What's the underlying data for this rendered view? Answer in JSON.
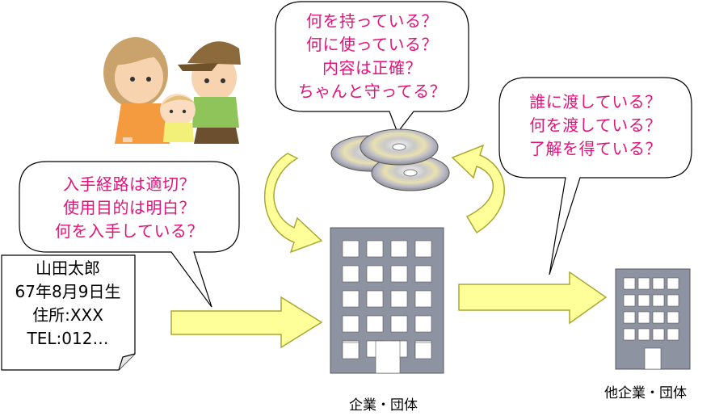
{
  "bubbles": {
    "data_handling": [
      "何を持っている？",
      "何に使っている？",
      "内容は正確？",
      "ちゃんと守ってる？"
    ],
    "transfer": [
      "誰に渡している？",
      "何を渡している？",
      "了解を得ている？"
    ],
    "collection": [
      "入手経路は適切？",
      "使用目的は明白？",
      "何を入手している？"
    ]
  },
  "personal_card": [
    "山田太郎",
    "67年8月9日生",
    "住所:XXX",
    "TEL:012…"
  ],
  "labels": {
    "company": "企業・団体",
    "other_company": "他企業・団体"
  },
  "colors": {
    "bubble_text": "#e0147a",
    "arrow_fill": "#ffff99",
    "arrow_stroke": "#a8a832",
    "building": "#8e93a1",
    "window": "#ffffff"
  },
  "icons": [
    "family-illustration",
    "disc-icon",
    "building-icon"
  ]
}
